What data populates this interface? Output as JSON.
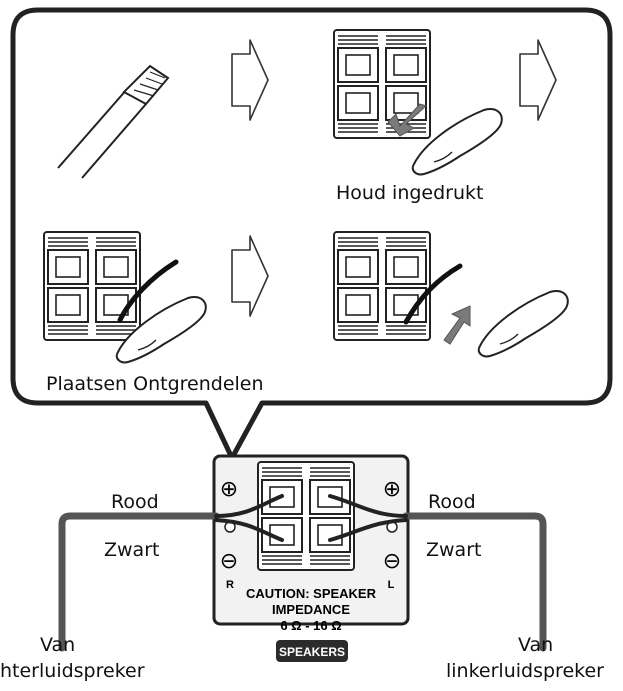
{
  "colors": {
    "stroke": "#222222",
    "panel_fill": "#f2f2f2",
    "arrow_fill": "#7a7a7a",
    "wire": "#555555",
    "badge_fill": "#2b2b2b",
    "badge_text": "#ffffff"
  },
  "steps": {
    "hold_label": "Houd ingedrukt",
    "insert_release_label": "Plaatsen Ontgrendelen"
  },
  "panel": {
    "plus_left": "⊕",
    "plus_right": "⊕",
    "minus_left": "⊖",
    "minus_right": "⊖",
    "channel_right": "R",
    "channel_left": "L",
    "caution_line1": "CAUTION: SPEAKER",
    "caution_line2": "IMPEDANCE",
    "caution_line3": "6 Ω - 16 Ω",
    "badge": "SPEAKERS"
  },
  "wires": {
    "left_red": "Rood",
    "left_black": "Zwart",
    "right_red": "Rood",
    "right_black": "Zwart",
    "left_source_line1": "Van",
    "left_source_line2": "hterluidspreker",
    "right_source_line1": "Van",
    "right_source_line2": "linkerluidspreker"
  },
  "icons": [
    "stripped-wire-icon",
    "right-arrow-icon",
    "terminal-block-icon",
    "finger-icon",
    "press-arrow-icon"
  ]
}
